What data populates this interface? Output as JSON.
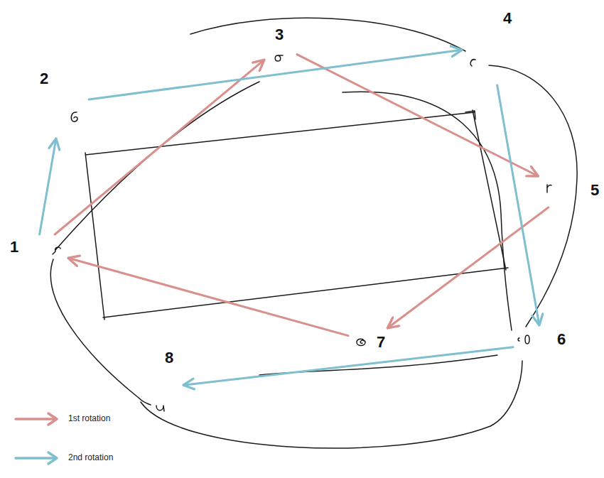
{
  "diagram": {
    "nodes": [
      {
        "text": [
          "1"
        ]
      },
      {
        "text": [
          "2"
        ]
      },
      {
        "text": [
          "3"
        ]
      },
      {
        "text": [
          "4"
        ]
      },
      {
        "text": [
          "5"
        ]
      },
      {
        "text": [
          "6"
        ]
      },
      {
        "text": [
          "7"
        ]
      },
      {
        "text": [
          "8"
        ]
      }
    ],
    "edges": [
      {
        "from": 0,
        "to": 2,
        "arrow": "to"
      },
      {
        "from": 2,
        "to": 4,
        "arrow": "to"
      },
      {
        "from": 4,
        "to": 6,
        "arrow": "to"
      },
      {
        "from": 6,
        "to": 0,
        "arrow": "to"
      },
      {
        "from": 0,
        "to": 1,
        "arrow": "to"
      },
      {
        "from": 1,
        "to": 3,
        "arrow": "to"
      },
      {
        "from": 3,
        "to": 5,
        "arrow": "to"
      },
      {
        "from": 5,
        "to": 7,
        "arrow": "to"
      }
    ],
    "legend": [
      {
        "text": "1st rotation"
      },
      {
        "text": "2nd rotation"
      }
    ]
  }
}
